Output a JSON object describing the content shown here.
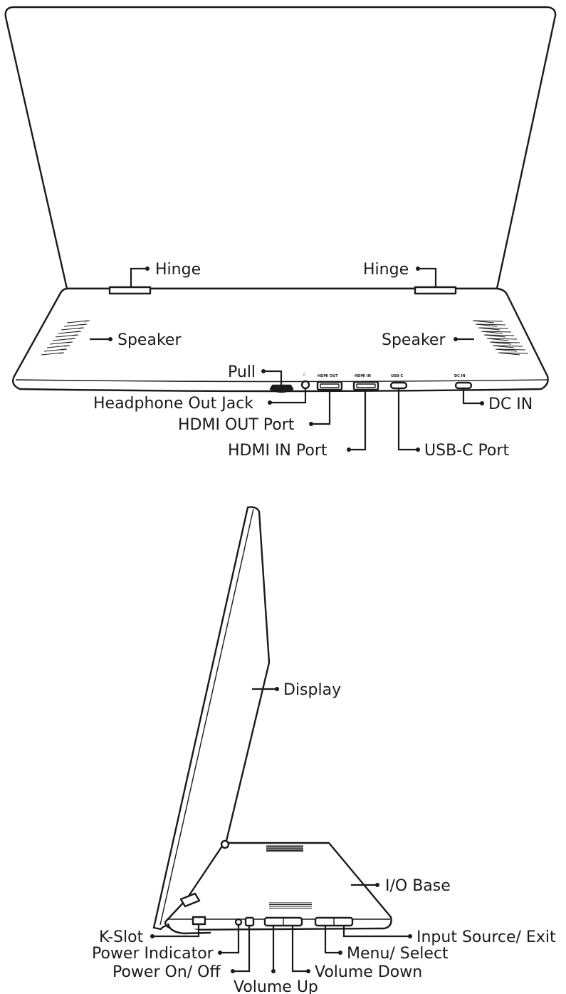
{
  "top_view": {
    "callouts": {
      "hinge_left": "Hinge",
      "hinge_right": "Hinge",
      "speaker_left": "Speaker",
      "speaker_right": "Speaker",
      "pull": "Pull",
      "headphone": "Headphone Out Jack",
      "hdmi_out": "HDMI OUT Port",
      "hdmi_in": "HDMI IN Port",
      "usb_c": "USB-C Port",
      "dc_in": "DC IN"
    },
    "port_markings": {
      "hdmi_out": "HDMI OUT",
      "hdmi_in": "HDMI IN",
      "usb_c": "USB-C",
      "dc": "DC IN"
    }
  },
  "side_view": {
    "callouts": {
      "display": "Display",
      "io_base": "I/O Base",
      "k_slot": "K-Slot",
      "power_indicator": "Power Indicator",
      "power_on_off": "Power On/ Off",
      "volume_up": "Volume Up",
      "volume_down": "Volume Down",
      "menu_select": "Menu/ Select",
      "input_source": "Input Source/ Exit"
    }
  }
}
